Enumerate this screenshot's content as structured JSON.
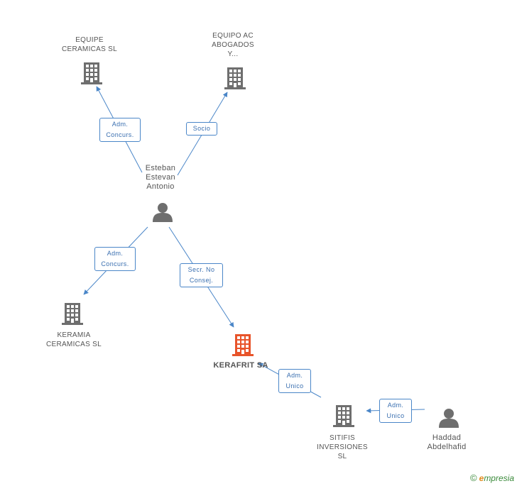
{
  "nodes": {
    "equipe_ceramicas": {
      "lines": [
        "EQUIPE",
        "CERAMICAS SL"
      ]
    },
    "equipo_ac": {
      "lines": [
        "EQUIPO AC",
        "ABOGADOS",
        "Y..."
      ]
    },
    "esteban": {
      "lines": [
        "Esteban",
        "Estevan",
        "Antonio"
      ]
    },
    "keramia": {
      "lines": [
        "KERAMIA",
        "CERAMICAS SL"
      ]
    },
    "kerafrit": {
      "lines": [
        "KERAFRIT SA"
      ]
    },
    "sitifis": {
      "lines": [
        "SITIFIS",
        "INVERSIONES",
        "SL"
      ]
    },
    "haddad": {
      "lines": [
        "Haddad",
        "Abdelhafid"
      ]
    }
  },
  "edges": {
    "adm_concurs_1": {
      "lines": [
        "Adm.",
        "Concurs."
      ]
    },
    "socio": {
      "lines": [
        "Socio"
      ]
    },
    "adm_concurs_2": {
      "lines": [
        "Adm.",
        "Concurs."
      ]
    },
    "secr_no_consej": {
      "lines": [
        "Secr. No",
        "Consej."
      ]
    },
    "adm_unico_1": {
      "lines": [
        "Adm.",
        "Unico"
      ]
    },
    "adm_unico_2": {
      "lines": [
        "Adm.",
        "Unico"
      ]
    }
  },
  "colors": {
    "edge": "#4a86c8",
    "building": "#6e6e6e",
    "building_highlight": "#e8542a",
    "person": "#6e6e6e"
  },
  "brand": {
    "copyright": "©",
    "e": "e",
    "rest": "mpresia"
  }
}
